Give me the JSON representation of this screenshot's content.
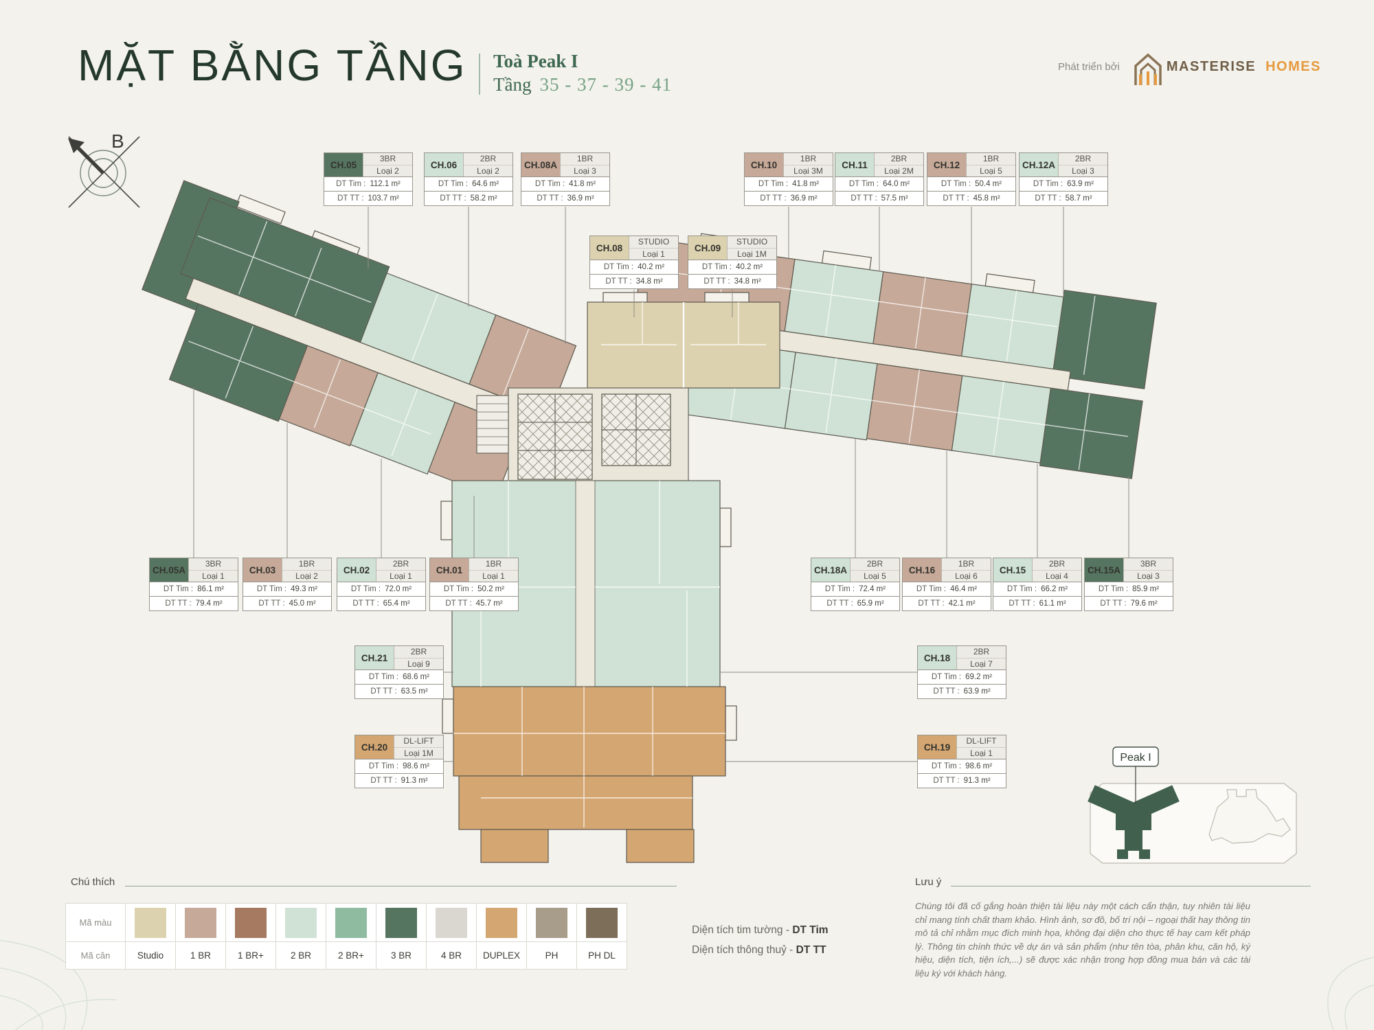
{
  "header": {
    "title": "MẶT BẰNG TẦNG",
    "tower_label": "Toà Peak I",
    "floor_label": "Tầng",
    "floor_numbers": "35 - 37 - 39 - 41",
    "developer_prefix": "Phát triển bởi",
    "developer_name_1": "MASTERISE",
    "developer_name_2": "HOMES"
  },
  "compass": {
    "label": "B"
  },
  "labels": {
    "dt_tim": "DT Tim",
    "dt_tt": "DT TT",
    "separator": ":"
  },
  "colors": {
    "studio": "#ddd2b0",
    "1br": "#c6a998",
    "1brp": "#a57a61",
    "2br": "#cfe2d5",
    "2brp": "#8fbca1",
    "3br": "#567560",
    "4br": "#dad7d0",
    "duplex": "#d4a672",
    "ph": "#a89c8b",
    "phdl": "#7d6e59"
  },
  "units": [
    {
      "id": "CH.05",
      "type": "3BR",
      "variant": "Loại 2",
      "dt_tim": "112.1 m²",
      "dt_tt": "103.7 m²",
      "color": "3br"
    },
    {
      "id": "CH.06",
      "type": "2BR",
      "variant": "Loại 2",
      "dt_tim": "64.6 m²",
      "dt_tt": "58.2 m²",
      "color": "2br"
    },
    {
      "id": "CH.08A",
      "type": "1BR",
      "variant": "Loại 3",
      "dt_tim": "41.8 m²",
      "dt_tt": "36.9 m²",
      "color": "1br"
    },
    {
      "id": "CH.10",
      "type": "1BR",
      "variant": "Loại 3M",
      "dt_tim": "41.8 m²",
      "dt_tt": "36.9 m²",
      "color": "1br"
    },
    {
      "id": "CH.11",
      "type": "2BR",
      "variant": "Loại 2M",
      "dt_tim": "64.0 m²",
      "dt_tt": "57.5 m²",
      "color": "2br"
    },
    {
      "id": "CH.12",
      "type": "1BR",
      "variant": "Loại 5",
      "dt_tim": "50.4 m²",
      "dt_tt": "45.8 m²",
      "color": "1br"
    },
    {
      "id": "CH.12A",
      "type": "2BR",
      "variant": "Loại 3",
      "dt_tim": "63.9 m²",
      "dt_tt": "58.7 m²",
      "color": "2br"
    },
    {
      "id": "CH.08",
      "type": "STUDIO",
      "variant": "Loại 1",
      "dt_tim": "40.2 m²",
      "dt_tt": "34.8 m²",
      "color": "studio"
    },
    {
      "id": "CH.09",
      "type": "STUDIO",
      "variant": "Loại 1M",
      "dt_tim": "40.2 m²",
      "dt_tt": "34.8 m²",
      "color": "studio"
    },
    {
      "id": "CH.05A",
      "type": "3BR",
      "variant": "Loại 1",
      "dt_tim": "86.1 m²",
      "dt_tt": "79.4 m²",
      "color": "3br"
    },
    {
      "id": "CH.03",
      "type": "1BR",
      "variant": "Loại 2",
      "dt_tim": "49.3 m²",
      "dt_tt": "45.0 m²",
      "color": "1br"
    },
    {
      "id": "CH.02",
      "type": "2BR",
      "variant": "Loại 1",
      "dt_tim": "72.0 m²",
      "dt_tt": "65.4 m²",
      "color": "2br"
    },
    {
      "id": "CH.01",
      "type": "1BR",
      "variant": "Loại 1",
      "dt_tim": "50.2 m²",
      "dt_tt": "45.7 m²",
      "color": "1br"
    },
    {
      "id": "CH.18A",
      "type": "2BR",
      "variant": "Loại 5",
      "dt_tim": "72.4 m²",
      "dt_tt": "65.9 m²",
      "color": "2br"
    },
    {
      "id": "CH.16",
      "type": "1BR",
      "variant": "Loại 6",
      "dt_tim": "46.4 m²",
      "dt_tt": "42.1 m²",
      "color": "1br"
    },
    {
      "id": "CH.15",
      "type": "2BR",
      "variant": "Loại 4",
      "dt_tim": "66.2 m²",
      "dt_tt": "61.1 m²",
      "color": "2br"
    },
    {
      "id": "CH.15A",
      "type": "3BR",
      "variant": "Loại 3",
      "dt_tim": "85.9 m²",
      "dt_tt": "79.6 m²",
      "color": "3br"
    },
    {
      "id": "CH.21",
      "type": "2BR",
      "variant": "Loại 9",
      "dt_tim": "68.6 m²",
      "dt_tt": "63.5 m²",
      "color": "2br"
    },
    {
      "id": "CH.18",
      "type": "2BR",
      "variant": "Loại 7",
      "dt_tim": "69.2 m²",
      "dt_tt": "63.9 m²",
      "color": "2br"
    },
    {
      "id": "CH.20",
      "type": "DL-LIFT",
      "variant": "Loại 1M",
      "dt_tim": "98.6 m²",
      "dt_tt": "91.3 m²",
      "color": "duplex"
    },
    {
      "id": "CH.19",
      "type": "DL-LIFT",
      "variant": "Loại 1",
      "dt_tim": "98.6 m²",
      "dt_tt": "91.3 m²",
      "color": "duplex"
    }
  ],
  "legend": {
    "title": "Chú thích",
    "color_row_label": "Mã màu",
    "unit_row_label": "Mã căn",
    "items": [
      {
        "label": "Studio",
        "color_key": "studio"
      },
      {
        "label": "1 BR",
        "color_key": "1br"
      },
      {
        "label": "1 BR+",
        "color_key": "1brp"
      },
      {
        "label": "2 BR",
        "color_key": "2br"
      },
      {
        "label": "2 BR+",
        "color_key": "2brp"
      },
      {
        "label": "3 BR",
        "color_key": "3br"
      },
      {
        "label": "4 BR",
        "color_key": "4br"
      },
      {
        "label": "DUPLEX",
        "color_key": "duplex"
      },
      {
        "label": "PH",
        "color_key": "ph"
      },
      {
        "label": "PH DL",
        "color_key": "phdl"
      }
    ]
  },
  "area_legend": {
    "line1_text": "Diện tích tim tường - ",
    "line1_bold": "DT Tim",
    "line2_text": "Diện tích thông thuỷ - ",
    "line2_bold": "DT TT"
  },
  "note": {
    "title": "Lưu ý",
    "body": "Chúng tôi đã cố gắng hoàn thiện tài liệu này một cách cẩn thận, tuy nhiên tài liệu chỉ mang tính chất tham khảo. Hình ảnh, sơ đồ, bố trí nội – ngoại thất hay thông tin mô tả chỉ nhằm mục đích minh họa, không đại diện cho thực tế hay cam kết pháp lý. Thông tin chính thức về dự án và sản phẩm (như tên tòa, phân khu, căn hộ, ký hiệu, diện tích, tiện ích,...) sẽ được xác nhận trong hợp đồng mua bán và các tài liệu ký với khách hàng."
  },
  "minimap": {
    "label": "Peak I"
  }
}
